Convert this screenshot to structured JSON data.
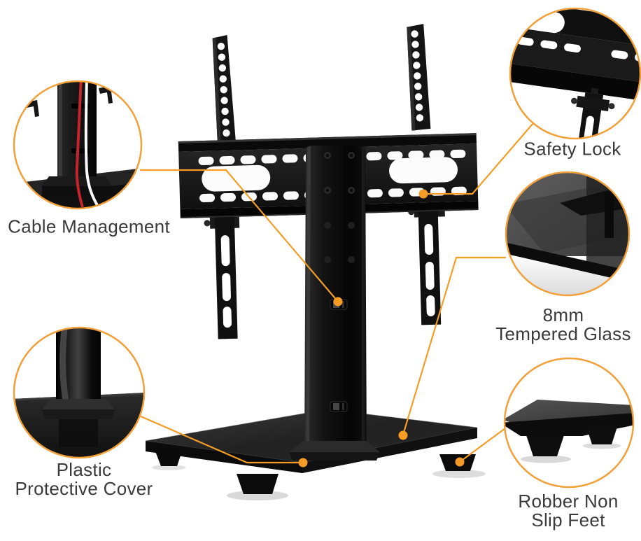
{
  "palette": {
    "accent_orange": "#F59B26",
    "ring_orange": "#F2A03A",
    "label_text": "#3A3A3A",
    "product_black": "#111111"
  },
  "callouts": [
    {
      "id": "cable-management",
      "lines": [
        "Cable Management"
      ]
    },
    {
      "id": "safety-lock",
      "lines": [
        "Safety Lock"
      ]
    },
    {
      "id": "tempered-glass",
      "lines": [
        "8mm",
        "Tempered Glass"
      ]
    },
    {
      "id": "plastic-protective-cover",
      "lines": [
        "Plastic",
        "Protective Cover"
      ]
    },
    {
      "id": "rubber-non-slip-feet",
      "lines": [
        "Robber Non",
        "Slip Feet"
      ]
    }
  ]
}
